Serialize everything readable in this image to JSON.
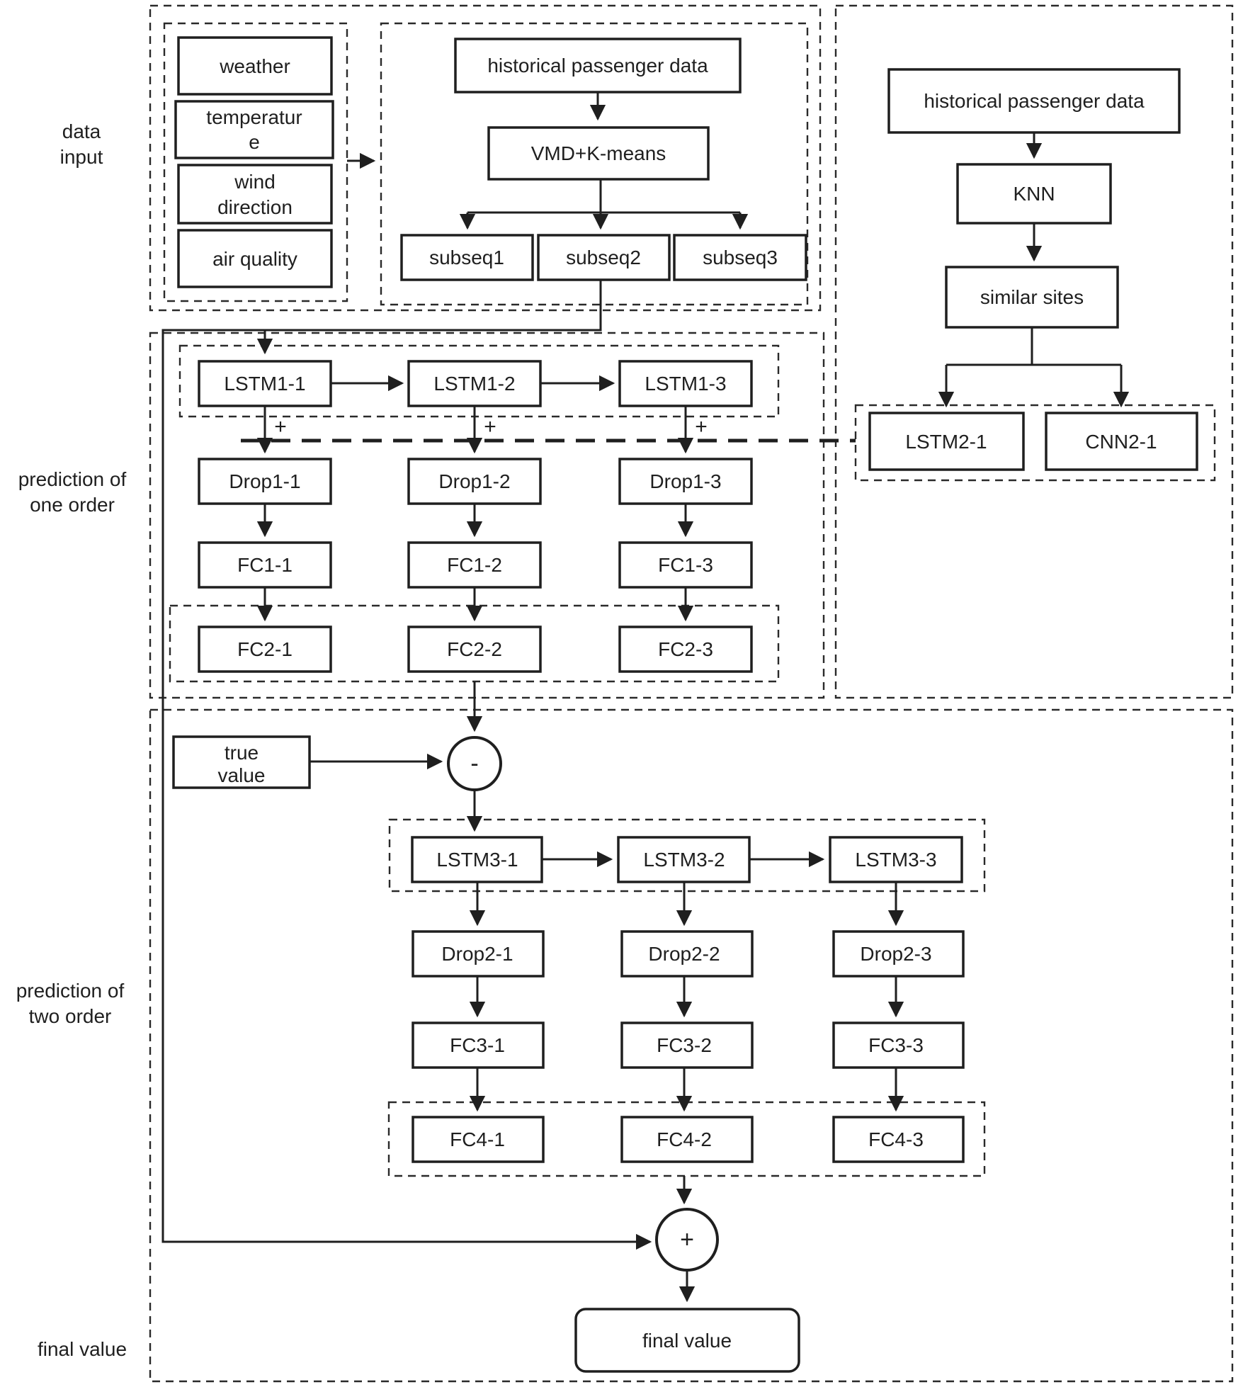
{
  "colors": {
    "ink": "#1f1f1f",
    "background": "#ffffff"
  },
  "section_labels": {
    "data_input_line1": "data",
    "data_input_line2": "input",
    "one_order_line1": "prediction of",
    "one_order_line2": "one order",
    "two_order_line1": "prediction of",
    "two_order_line2": "two order",
    "final_value": "final value"
  },
  "nodes": {
    "weather": "weather",
    "temperature_line1": "temperatur",
    "temperature_line2": "e",
    "wind_line1": "wind",
    "wind_line2": "direction",
    "air_quality": "air quality",
    "hist_left": "historical passenger data",
    "vmd_kmeans": "VMD+K-means",
    "subseq1": "subseq1",
    "subseq2": "subseq2",
    "subseq3": "subseq3",
    "hist_right": "historical passenger data",
    "knn": "KNN",
    "similar_sites": "similar sites",
    "lstm2_1": "LSTM2-1",
    "cnn2_1": "CNN2-1",
    "lstm1_1": "LSTM1-1",
    "lstm1_2": "LSTM1-2",
    "lstm1_3": "LSTM1-3",
    "drop1_1": "Drop1-1",
    "drop1_2": "Drop1-2",
    "drop1_3": "Drop1-3",
    "fc1_1": "FC1-1",
    "fc1_2": "FC1-2",
    "fc1_3": "FC1-3",
    "fc2_1": "FC2-1",
    "fc2_2": "FC2-2",
    "fc2_3": "FC2-3",
    "true_value_line1": "true",
    "true_value_line2": "value",
    "lstm3_1": "LSTM3-1",
    "lstm3_2": "LSTM3-2",
    "lstm3_3": "LSTM3-3",
    "drop2_1": "Drop2-1",
    "drop2_2": "Drop2-2",
    "drop2_3": "Drop2-3",
    "fc3_1": "FC3-1",
    "fc3_2": "FC3-2",
    "fc3_3": "FC3-3",
    "fc4_1": "FC4-1",
    "fc4_2": "FC4-2",
    "fc4_3": "FC4-3",
    "final_value": "final value"
  },
  "operators": {
    "minus": "-",
    "plus": "+",
    "add_mark_1": "+",
    "add_mark_2": "+",
    "add_mark_3": "+"
  }
}
